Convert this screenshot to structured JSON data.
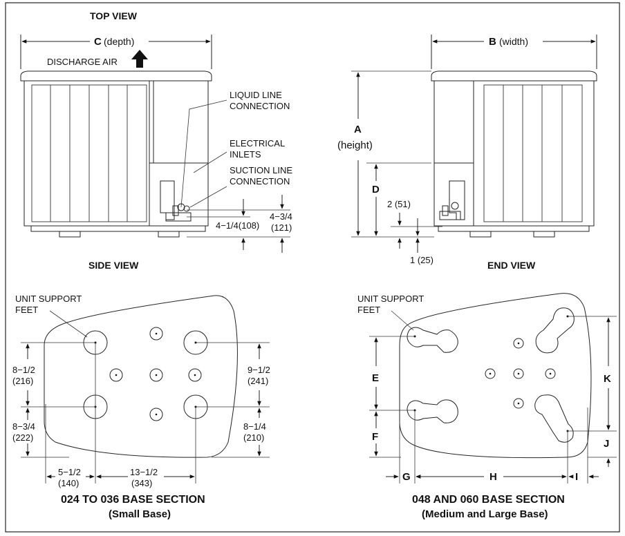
{
  "views": {
    "top_view": "TOP VIEW",
    "side_view": "SIDE VIEW",
    "end_view": "END VIEW"
  },
  "side": {
    "depth_letter": "C",
    "depth_word": "(depth)",
    "discharge": "DISCHARGE AIR",
    "liquid_1": "LIQUID LINE",
    "liquid_2": "CONNECTION",
    "elec_1": "ELECTRICAL",
    "elec_2": "INLETS",
    "suction_1": "SUCTION LINE",
    "suction_2": "CONNECTION",
    "dim_a_in": "4−1/4(108)",
    "dim_b_in": "4−3/4",
    "dim_b_mm": "(121)"
  },
  "end": {
    "width_letter": "B",
    "width_word": "(width)",
    "height_letter": "A",
    "height_word": "(height)",
    "d_letter": "D",
    "dim_2": "2 (51)",
    "dim_1": "1 (25)"
  },
  "small_base": {
    "unit_1": "UNIT SUPPORT",
    "unit_2": "FEET",
    "l1_in": "8−1/2",
    "l1_mm": "(216)",
    "l2_in": "8−3/4",
    "l2_mm": "(222)",
    "r1_in": "9−1/2",
    "r1_mm": "(241)",
    "r2_in": "8−1/4",
    "r2_mm": "(210)",
    "b1_in": "5−1/2",
    "b1_mm": "(140)",
    "b2_in": "13−1/2",
    "b2_mm": "(343)",
    "caption_1": "024 TO 036 BASE SECTION",
    "caption_2": "(Small Base)"
  },
  "large_base": {
    "unit_1": "UNIT SUPPORT",
    "unit_2": "FEET",
    "e": "E",
    "f": "F",
    "k": "K",
    "j": "J",
    "g": "G",
    "h": "H",
    "i": "I",
    "caption_1": "048 AND 060 BASE SECTION",
    "caption_2": "(Medium and Large Base)"
  }
}
